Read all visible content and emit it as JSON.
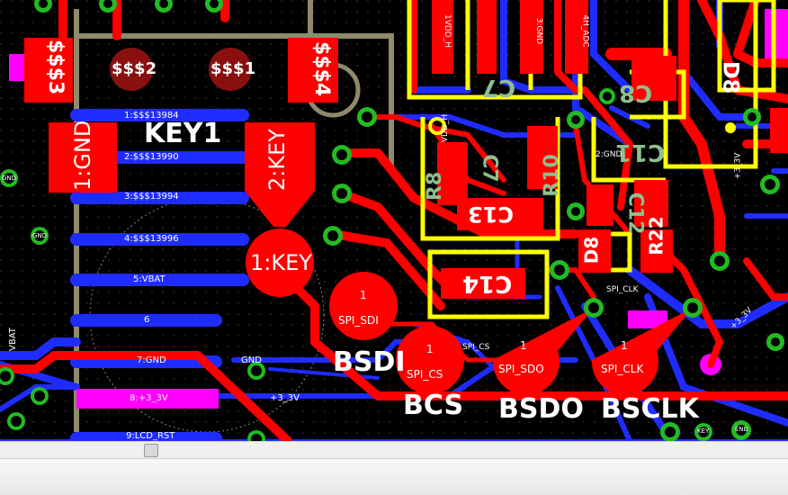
{
  "board": {
    "component_labels": {
      "key1": "KEY1",
      "bsdi": "BSDI",
      "bcs": "BCS",
      "bsdo": "BSDO",
      "bsclk": "BSCLK"
    },
    "pads": {
      "p1_gnd": "1:GND",
      "p2_key": "2:KEY",
      "p1_key": "1:KEY",
      "spi_sdi": "SPI_SDI",
      "spi_cs": "SPI_CS",
      "spi_sdo": "SPI_SDO",
      "spi_clk": "SPI_CLK",
      "pin_num": "1"
    },
    "mount_holes": {
      "s3": "$$$3",
      "s2": "$$$2",
      "s1": "$$$1",
      "s4": "$$$4"
    },
    "designators": {
      "c7": "C7",
      "c8": "C8",
      "c11": "C11",
      "c13": "C13",
      "c14": "C14",
      "c12": "C12",
      "r8": "R8",
      "r10": "R10",
      "r22": "R22",
      "d8": "D8",
      "d8b": "D8"
    },
    "nets": {
      "n1": "1:$$$13984",
      "n2": "2:$$$13990",
      "n3": "3:$$$13994",
      "n4": "4:$$$13996",
      "n5": "5:VBAT",
      "n6": "6",
      "n7": "7:GND",
      "n8": "8:+3_3V",
      "n9": "9:LCD_RST",
      "gnd": "GND",
      "vbat": "VBAT",
      "p33v": "+3_3V",
      "spi_clk": "SPI_CLK",
      "spi_cs": "SPI_CS",
      "key": "KEY",
      "enb": "ENB",
      "vdd_h": "VDD_H",
      "gnd2": "2:GND",
      "ln_adc": "4H_ADC",
      "gnd3": "3:GND",
      "tvdd": "1VDD_H"
    },
    "colors": {
      "background": "#000000",
      "copper_top": "#ff0000",
      "copper_bottom": "#1f2cff",
      "silkscreen": "#ffffff",
      "outline": "#ffff00",
      "via_ring": "#22bb22",
      "keepout": "#8e8a6a",
      "highlight": "#ff00ff"
    }
  },
  "window": {
    "scrollbar": "horizontal-scrollbar",
    "statusbar": "status-bar"
  }
}
